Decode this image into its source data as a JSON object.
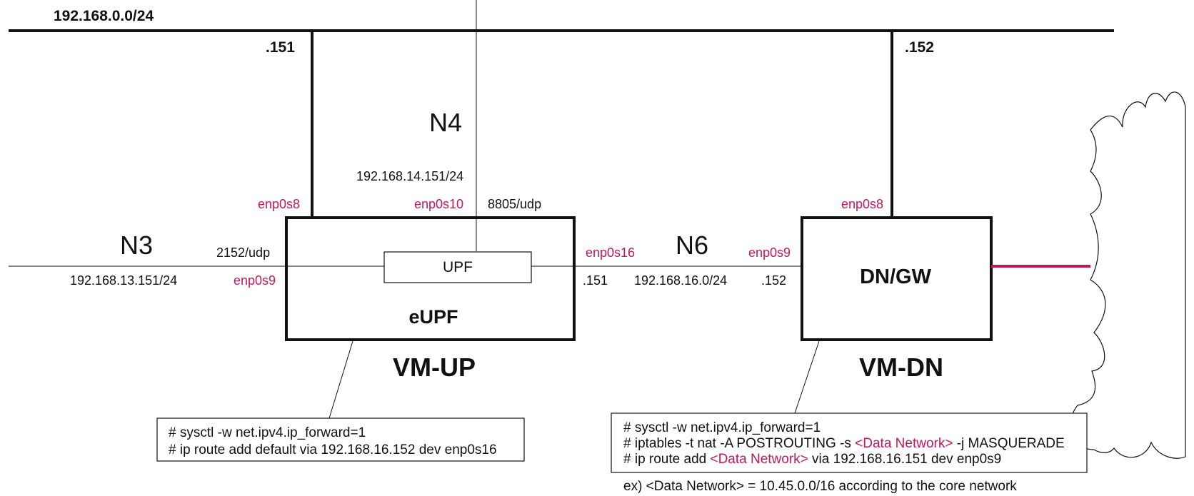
{
  "top_network": {
    "subnet": "192.168.0.0/24"
  },
  "upf_host": {
    "vm_label": "VM-UP",
    "box_label": "eUPF",
    "upf_label": "UPF",
    "mgmt_suffix": ".151",
    "mgmt_iface": "enp0s8",
    "n4_label": "N4",
    "n4_ip": "192.168.14.151/24",
    "n4_iface": "enp0s10",
    "n4_port": "8805/udp",
    "n3_label": "N3",
    "n3_port": "2152/udp",
    "n3_ip": "192.168.13.151/24",
    "n3_iface": "enp0s9",
    "n6_iface": "enp0s16",
    "n6_suffix": ".151"
  },
  "n6_link": {
    "label": "N6",
    "subnet": "192.168.16.0/24"
  },
  "dn_host": {
    "vm_label": "VM-DN",
    "box_label": "DN/GW",
    "mgmt_suffix": ".152",
    "mgmt_iface": "enp0s8",
    "n6_iface": "enp0s9",
    "n6_suffix": ".152"
  },
  "notes": {
    "upf": {
      "line1": "# sysctl -w net.ipv4.ip_forward=1",
      "line2": "# ip route add default via 192.168.16.152 dev enp0s16"
    },
    "dn": {
      "line1": "# sysctl -w net.ipv4.ip_forward=1",
      "line2_a": "# iptables -t nat -A POSTROUTING -s ",
      "line2_b": "<Data Network>",
      "line2_c": " -j MASQUERADE",
      "line3_a": "# ip route add ",
      "line3_b": "<Data Network>",
      "line3_c": " via 192.168.16.151 dev enp0s9"
    },
    "example": "ex) <Data Network> = 10.45.0.0/16 according to the core network"
  },
  "colors": {
    "accent": "#c2185b",
    "line": "#111111"
  }
}
